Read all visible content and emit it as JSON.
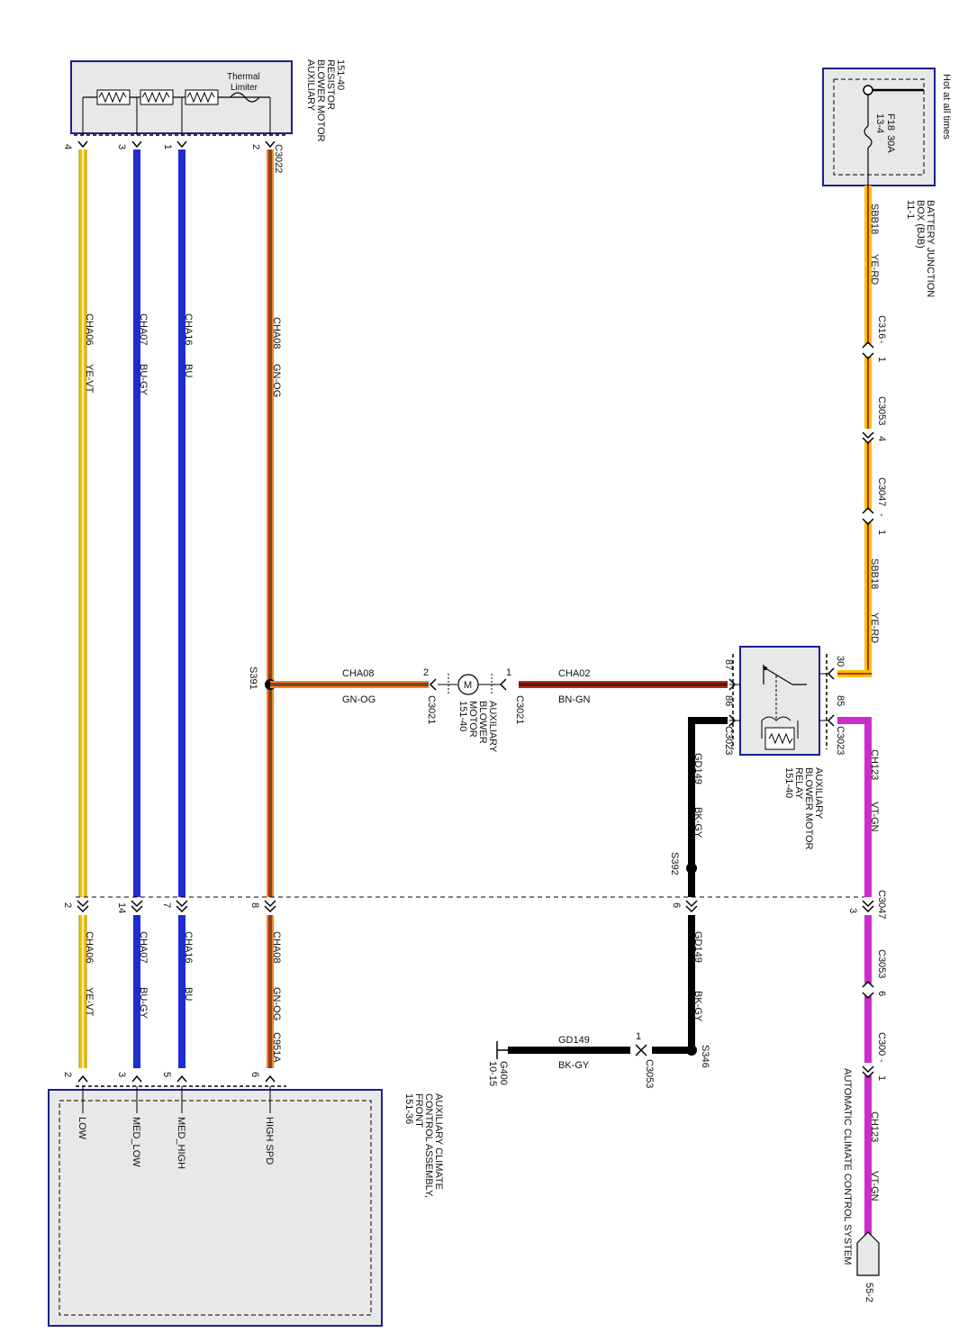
{
  "colors": {
    "yellow": "#f2c300",
    "yellow_stripe": "#fff2b0",
    "blue": "#1f2bd0",
    "red": "#c02a10",
    "orange": "#e8882a",
    "green_stripe": "#2e6b22",
    "brown": "#5a1a0e",
    "violet": "#cc2ccc",
    "black": "#000000",
    "component_border": "#1b1f8f",
    "component_fill": "#e8e8e8"
  },
  "components": {
    "resistor": {
      "title_lines": [
        "AUXILIARY",
        "BLOWER MOTOR",
        "RESISTOR",
        "151-40"
      ],
      "thermal_label_1": "Thermal",
      "thermal_label_2": "Limiter",
      "connector": "C3022",
      "pins": [
        "4",
        "3",
        "1",
        "2"
      ]
    },
    "bjb": {
      "hot_label": "Hot at all times",
      "fuse_label": "F18",
      "fuse_rating": "30A",
      "fuse_ref": "13-4",
      "title_lines": [
        "BATTERY JUNCTION",
        "BOX (BJB)",
        "11-1"
      ]
    },
    "relay": {
      "title_lines": [
        "AUXILIARY",
        "BLOWER MOTOR",
        "RELAY",
        "151-40"
      ],
      "pins": [
        "30",
        "85",
        "87",
        "86"
      ],
      "connector": "C3023"
    },
    "motor": {
      "symbol": "M",
      "title_lines": [
        "AUXILIARY",
        "BLOWER",
        "MOTOR",
        "151-40"
      ],
      "connector": "C3021",
      "pin_in": "1",
      "pin_out": "2"
    },
    "control": {
      "title_lines": [
        "AUXILIARY CLIMATE",
        "CONTROL ASSEMBLY,",
        "FRONT",
        "151-36"
      ],
      "connector": "C951A",
      "pin_labels": [
        "HIGH SPD",
        "MED_HIGH",
        "MED_LOW",
        "LOW"
      ],
      "pins": [
        "6",
        "5",
        "3",
        "2"
      ]
    },
    "ground": {
      "label": "G400",
      "ref": "10-15"
    },
    "acc": {
      "label": "AUTOMATIC CLIMATE CONTROL SYSTEM",
      "ref": "55-2"
    }
  },
  "wires": {
    "ye_vt": {
      "circuit": "CHA06",
      "color": "YE-VT"
    },
    "bu_gy": {
      "circuit": "CHA07",
      "color": "BU-GY"
    },
    "bu": {
      "circuit": "CHA16",
      "color": "BU"
    },
    "gn_og": {
      "circuit": "CHA08",
      "color": "GN-OG"
    },
    "bn_gn": {
      "circuit": "CHA02",
      "color": "BN-GN"
    },
    "ye_rd": {
      "circuit": "SBB18",
      "color": "YE-RD"
    },
    "vt_gn": {
      "circuit": "CH123",
      "color": "VT-GN"
    },
    "bk_gy": {
      "circuit": "GD149",
      "color": "BK-GY"
    }
  },
  "connectors": {
    "c3047": "C3047",
    "c3047_pins": {
      "low": "2",
      "medlow": "14",
      "medhigh": "7",
      "high": "8",
      "ground": "6",
      "ch123": "3"
    },
    "c316": {
      "label": "C316",
      "pin": "1"
    },
    "c3053_upper": {
      "label": "C3053",
      "pin": "4"
    },
    "c3047_upper": {
      "label": "C3047",
      "pin": "1"
    },
    "c3053_lower": {
      "label": "C3053",
      "pin": "6"
    },
    "c300": {
      "label": "C300",
      "pin": "1"
    },
    "c3053_ground": {
      "label": "C3053",
      "pin": "1"
    }
  },
  "splices": {
    "s391": "S391",
    "s392": "S392",
    "s346": "S346"
  },
  "dash": "-"
}
